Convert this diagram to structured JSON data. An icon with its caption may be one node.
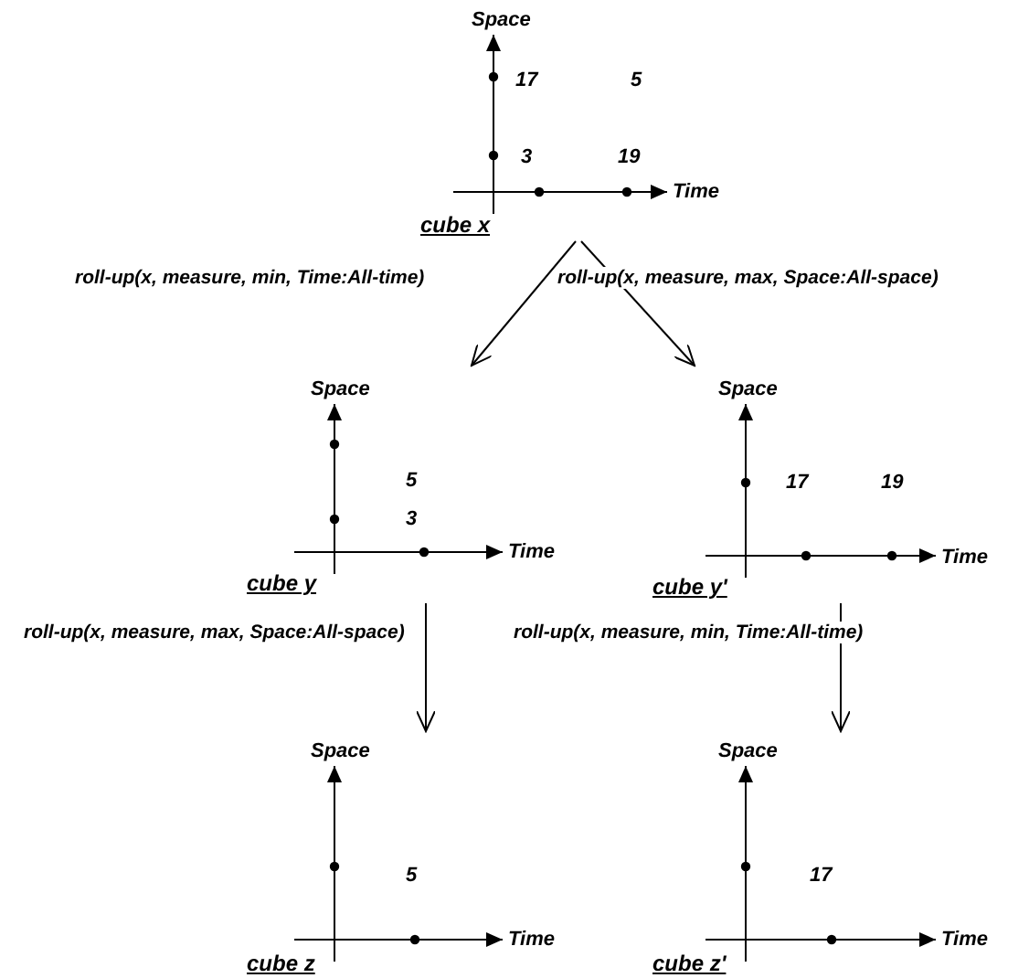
{
  "diagram": {
    "nodes": [
      {
        "text": [
          "Space",
          "17",
          "5",
          "3",
          "19",
          "Time",
          "cube x"
        ]
      },
      {
        "text": [
          "Space",
          "5",
          "3",
          "Time",
          "cube y"
        ]
      },
      {
        "text": [
          "Space",
          "17",
          "19",
          "Time",
          "cube y'"
        ]
      },
      {
        "text": [
          "Space",
          "5",
          "Time",
          "cube z"
        ]
      },
      {
        "text": [
          "Space",
          "17",
          "Time",
          "cube z'"
        ]
      }
    ],
    "edges": [
      {
        "from": 0,
        "to": 1,
        "arrow": "to",
        "label": "roll-up(x, measure, min, Time:All-time)"
      },
      {
        "from": 0,
        "to": 2,
        "arrow": "to",
        "label": "roll-up(x, measure, max, Space:All-space)"
      },
      {
        "from": 1,
        "to": 3,
        "arrow": "to",
        "label": "roll-up(x, measure, max, Space:All-space)"
      },
      {
        "from": 2,
        "to": 4,
        "arrow": "to",
        "label": "roll-up(x, measure, min, Time:All-time)"
      }
    ]
  }
}
